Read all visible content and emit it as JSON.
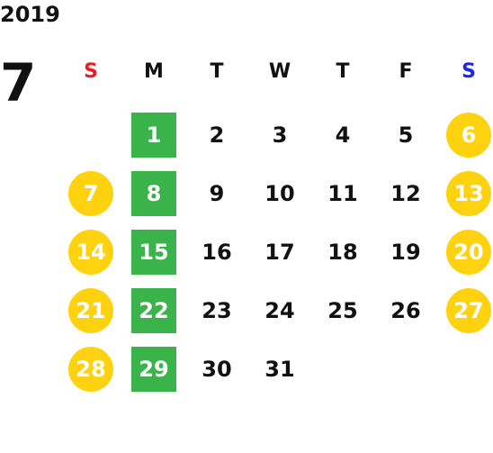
{
  "calendar": {
    "year": "2019",
    "month": "7",
    "weekdays": [
      "S",
      "M",
      "T",
      "W",
      "T",
      "F",
      "S"
    ],
    "weekday_colors": [
      "#ee1c24",
      "#111111",
      "#111111",
      "#111111",
      "#111111",
      "#111111",
      "#1d27e6"
    ],
    "highlight_colors": {
      "weekend": "#ffd20f",
      "monday": "#3ab44a"
    },
    "days": [
      {
        "label": "1",
        "col": 1,
        "row": 0,
        "style": "monday"
      },
      {
        "label": "2",
        "col": 2,
        "row": 0,
        "style": "plain"
      },
      {
        "label": "3",
        "col": 3,
        "row": 0,
        "style": "plain"
      },
      {
        "label": "4",
        "col": 4,
        "row": 0,
        "style": "plain"
      },
      {
        "label": "5",
        "col": 5,
        "row": 0,
        "style": "plain"
      },
      {
        "label": "6",
        "col": 6,
        "row": 0,
        "style": "weekend"
      },
      {
        "label": "7",
        "col": 0,
        "row": 1,
        "style": "weekend"
      },
      {
        "label": "8",
        "col": 1,
        "row": 1,
        "style": "monday"
      },
      {
        "label": "9",
        "col": 2,
        "row": 1,
        "style": "plain"
      },
      {
        "label": "10",
        "col": 3,
        "row": 1,
        "style": "plain"
      },
      {
        "label": "11",
        "col": 4,
        "row": 1,
        "style": "plain"
      },
      {
        "label": "12",
        "col": 5,
        "row": 1,
        "style": "plain"
      },
      {
        "label": "13",
        "col": 6,
        "row": 1,
        "style": "weekend"
      },
      {
        "label": "14",
        "col": 0,
        "row": 2,
        "style": "weekend"
      },
      {
        "label": "15",
        "col": 1,
        "row": 2,
        "style": "monday"
      },
      {
        "label": "16",
        "col": 2,
        "row": 2,
        "style": "plain"
      },
      {
        "label": "17",
        "col": 3,
        "row": 2,
        "style": "plain"
      },
      {
        "label": "18",
        "col": 4,
        "row": 2,
        "style": "plain"
      },
      {
        "label": "19",
        "col": 5,
        "row": 2,
        "style": "plain"
      },
      {
        "label": "20",
        "col": 6,
        "row": 2,
        "style": "weekend"
      },
      {
        "label": "21",
        "col": 0,
        "row": 3,
        "style": "weekend"
      },
      {
        "label": "22",
        "col": 1,
        "row": 3,
        "style": "monday"
      },
      {
        "label": "23",
        "col": 2,
        "row": 3,
        "style": "plain"
      },
      {
        "label": "24",
        "col": 3,
        "row": 3,
        "style": "plain"
      },
      {
        "label": "25",
        "col": 4,
        "row": 3,
        "style": "plain"
      },
      {
        "label": "26",
        "col": 5,
        "row": 3,
        "style": "plain"
      },
      {
        "label": "27",
        "col": 6,
        "row": 3,
        "style": "weekend"
      },
      {
        "label": "28",
        "col": 0,
        "row": 4,
        "style": "weekend"
      },
      {
        "label": "29",
        "col": 1,
        "row": 4,
        "style": "monday"
      },
      {
        "label": "30",
        "col": 2,
        "row": 4,
        "style": "plain"
      },
      {
        "label": "31",
        "col": 3,
        "row": 4,
        "style": "plain"
      }
    ]
  }
}
